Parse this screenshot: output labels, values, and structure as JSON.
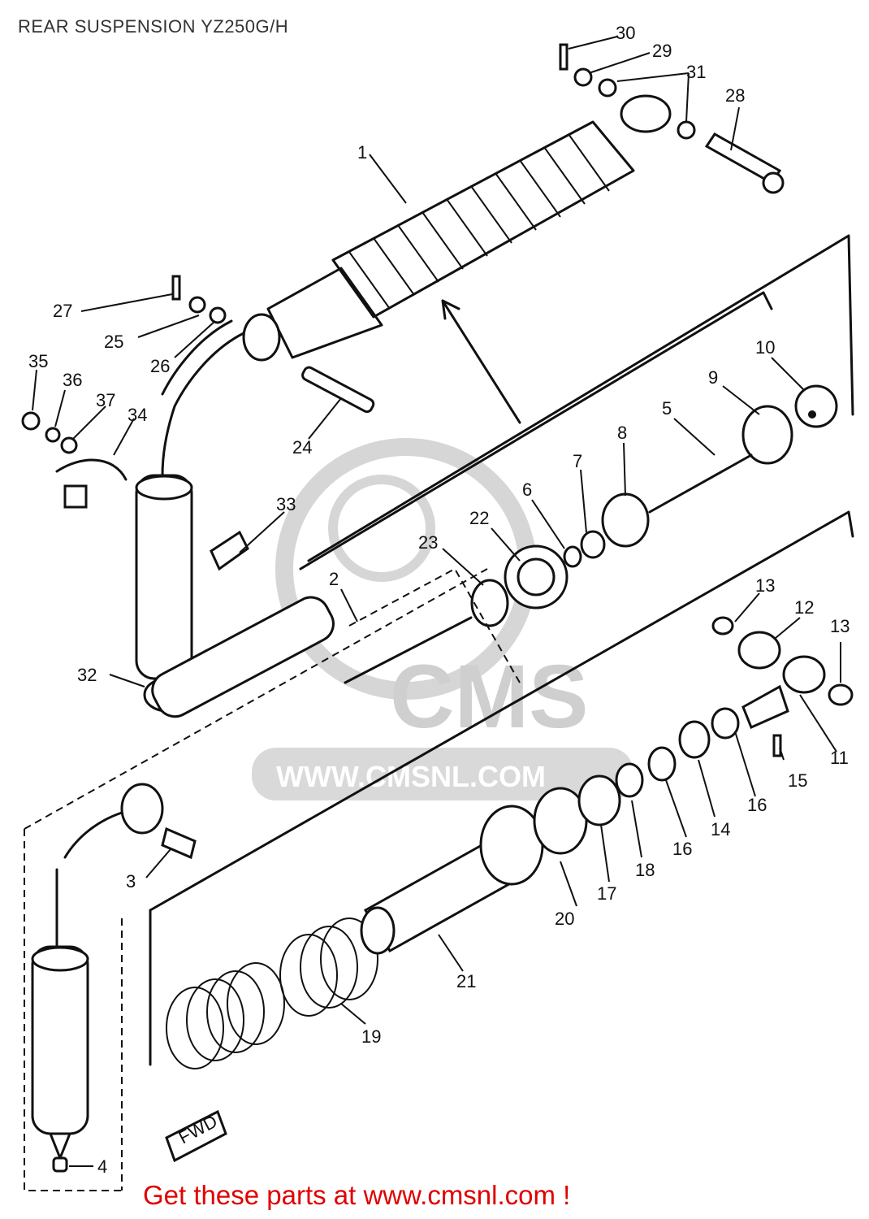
{
  "header": {
    "title": "REAR SUSPENSION YZ250G/H"
  },
  "footer": {
    "text": "Get these parts at www.cmsnl.com !"
  },
  "watermark": {
    "brand": "CMS",
    "url": "WWW.CMSNL.COM"
  },
  "direction_badge": {
    "text": "FWD"
  },
  "callouts": {
    "p1": "1",
    "p2": "2",
    "p3": "3",
    "p4": "4",
    "p5": "5",
    "p6": "6",
    "p7": "7",
    "p8": "8",
    "p9": "9",
    "p10": "10",
    "p11": "11",
    "p12": "12",
    "p13a": "13",
    "p13b": "13",
    "p14": "14",
    "p15": "15",
    "p16a": "16",
    "p16b": "16",
    "p17": "17",
    "p18": "18",
    "p19": "19",
    "p20": "20",
    "p21": "21",
    "p22": "22",
    "p23": "23",
    "p24": "24",
    "p25": "25",
    "p26": "26",
    "p27": "27",
    "p28": "28",
    "p29": "29",
    "p30": "30",
    "p31": "31",
    "p32": "32",
    "p33": "33",
    "p34": "34",
    "p35": "35",
    "p36": "36",
    "p37": "37"
  },
  "colors": {
    "line": "#111111",
    "footer": "#e00000",
    "watermark": "#cfcfcf"
  }
}
